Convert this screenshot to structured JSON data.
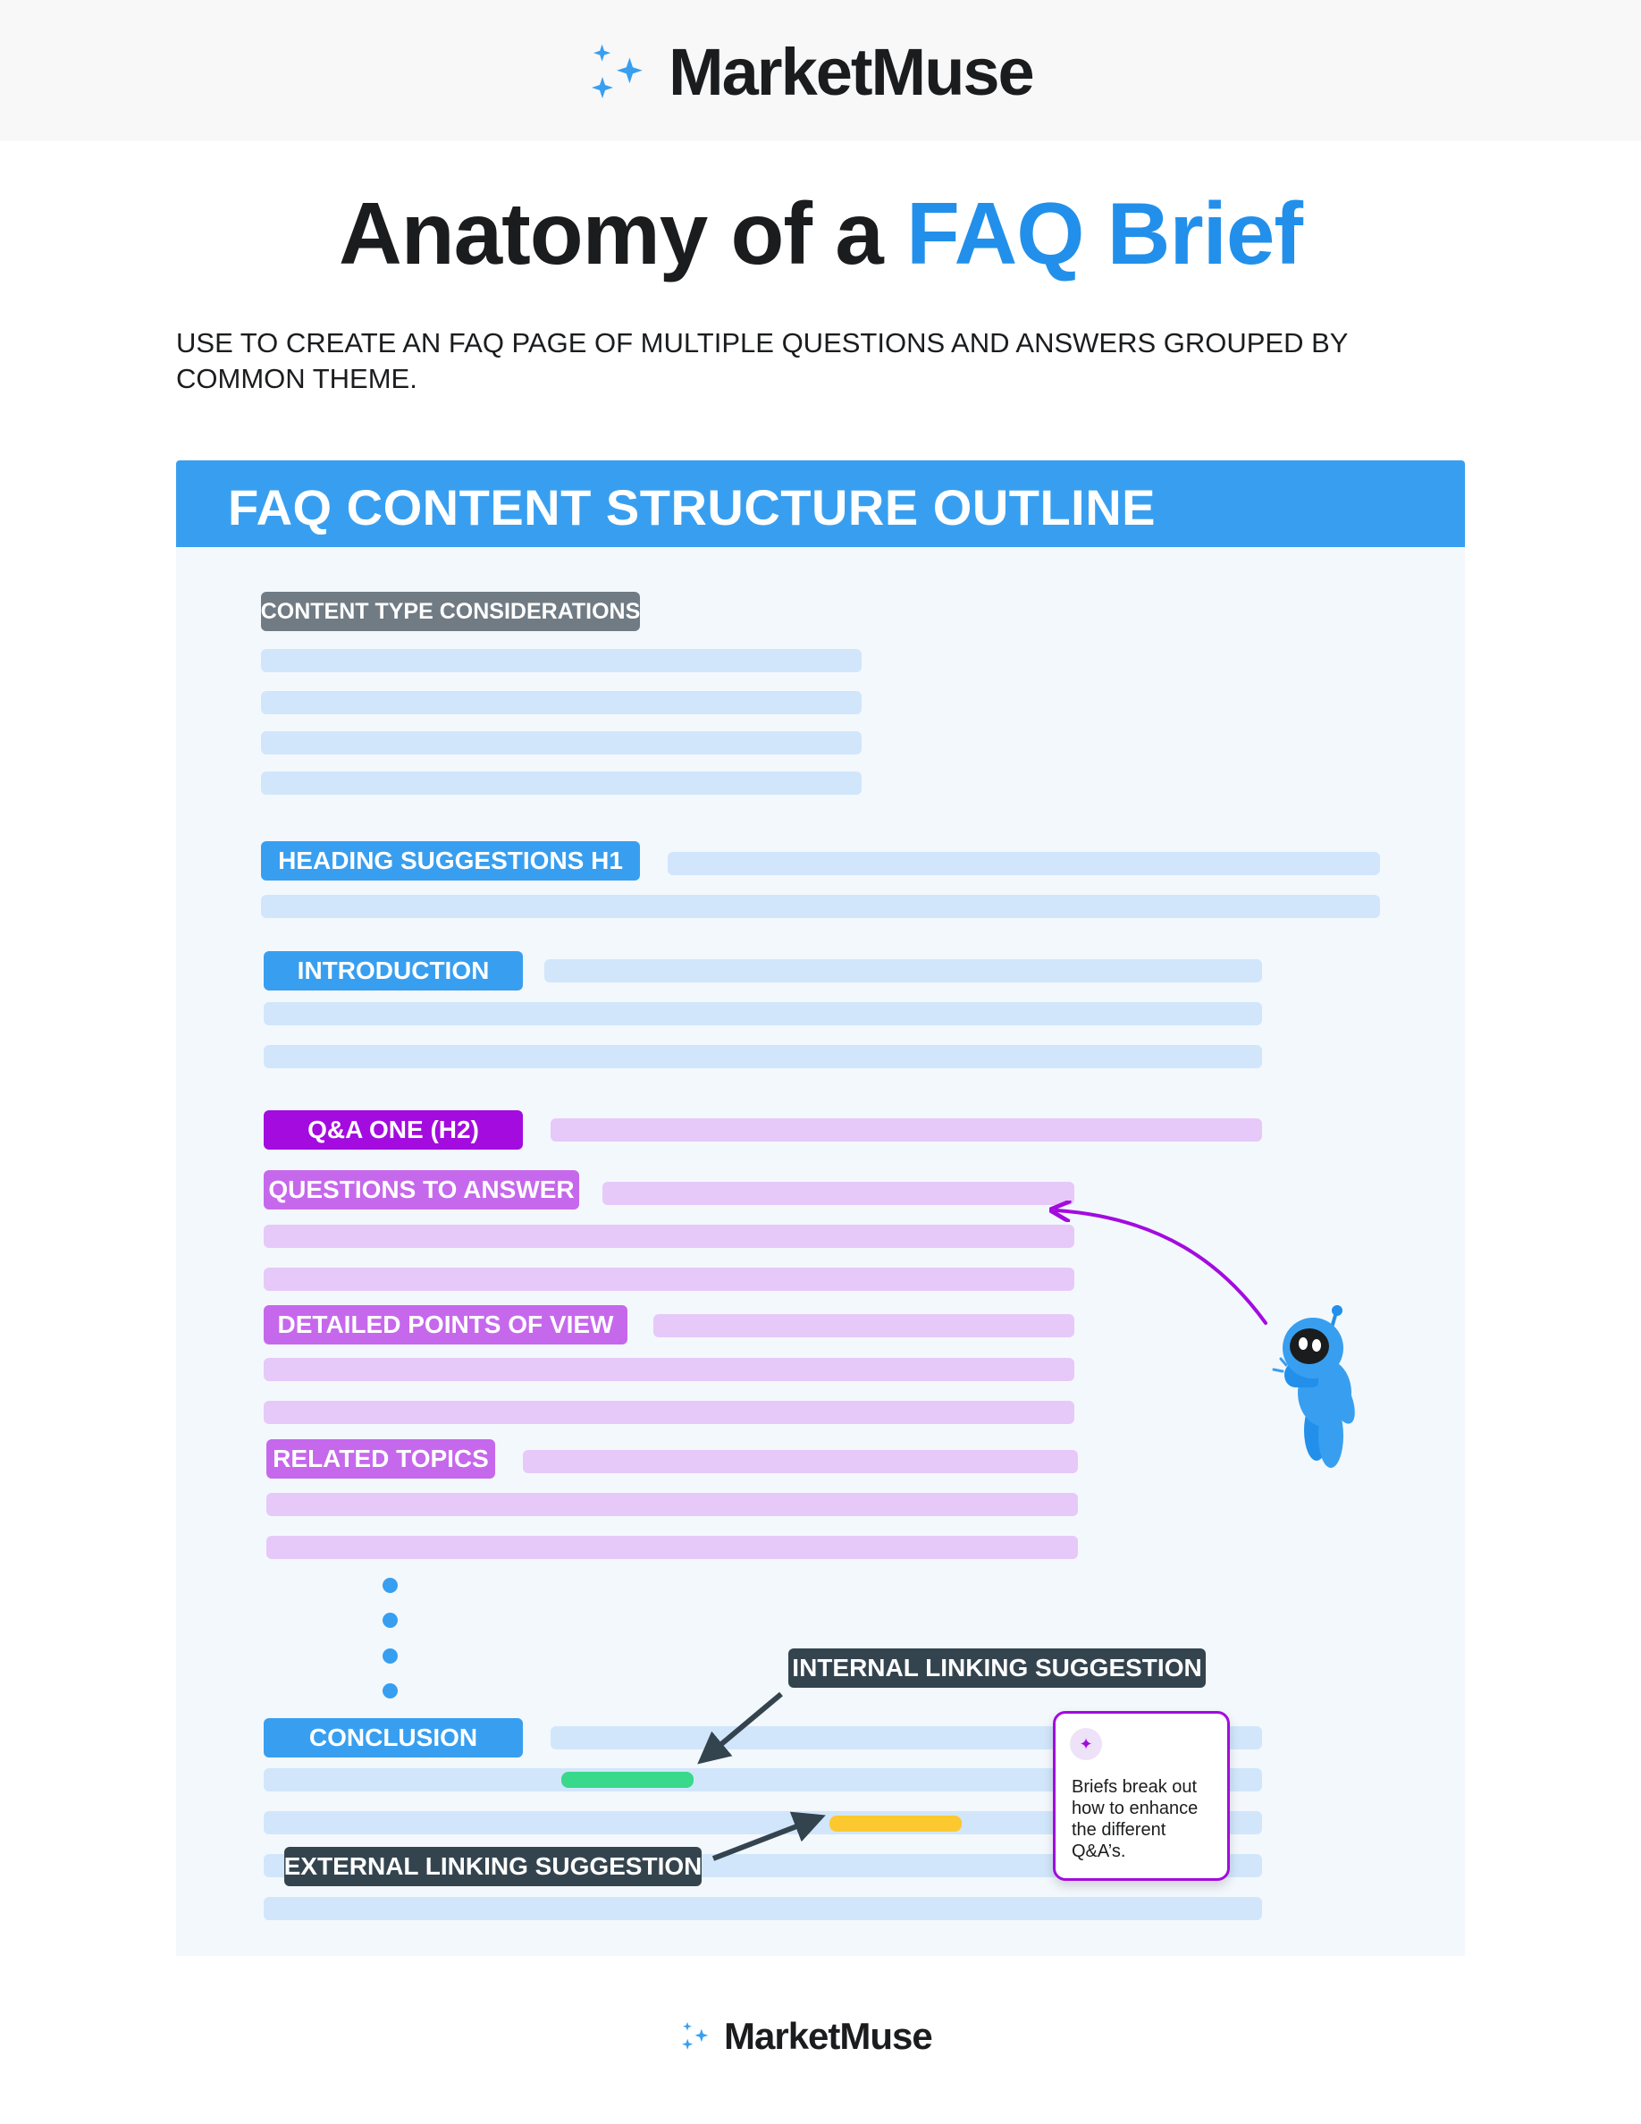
{
  "brand": {
    "name": "MarketMuse",
    "icon": "sparkles-icon",
    "accent_color": "#389ff0"
  },
  "title": {
    "prefix": "Anatomy of a ",
    "highlight": "FAQ Brief",
    "highlight_color": "#2290ea"
  },
  "subtitle": "USE TO CREATE AN FAQ PAGE OF MULTIPLE QUESTIONS AND ANSWERS GROUPED BY COMMON THEME.",
  "outline": {
    "heading": "FAQ CONTENT STRUCTURE OUTLINE",
    "sections": {
      "content_type": "CONTENT TYPE CONSIDERATIONS",
      "heading_suggestions": "HEADING SUGGESTIONS  H1",
      "introduction": "INTRODUCTION",
      "qa_one": "Q&A ONE   (H2)",
      "questions": "QUESTIONS TO ANSWER",
      "points_of_view": "DETAILED POINTS OF VIEW",
      "related_topics": "RELATED TOPICS",
      "conclusion": "CONCLUSION"
    },
    "annotations": {
      "internal_link": "INTERNAL LINKING SUGGESTION",
      "external_link": "EXTERNAL LINKING SUGGESTION",
      "internal_link_color": "#38d98a",
      "external_link_color": "#fcc82f"
    },
    "callout": {
      "icon": "sparkles-icon",
      "text": "Briefs break out how to enhance the different Q&A’s."
    },
    "colors": {
      "content_type_tag": "#707b84",
      "blue_tag": "#389ff0",
      "qa_tag": "#a30bdf",
      "sub_tag": "#c668ec",
      "annotation_tag": "#34444f",
      "blue_bar": "#d1e6fb",
      "purple_bar": "#e6c9f8"
    }
  },
  "footer": {
    "brand": "MarketMuse"
  }
}
